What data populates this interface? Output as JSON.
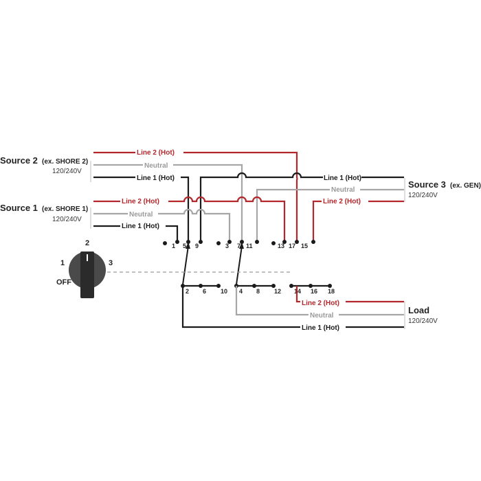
{
  "sources": {
    "source2": {
      "title": "Source 2",
      "sub": "(ex. SHORE 2)",
      "voltage": "120/240V"
    },
    "source1": {
      "title": "Source 1",
      "sub": "(ex. SHORE 1)",
      "voltage": "120/240V"
    },
    "source3": {
      "title": "Source 3",
      "sub": "(ex. GEN)",
      "voltage": "120/240V"
    },
    "load": {
      "title": "Load",
      "voltage": "120/240V"
    }
  },
  "wires": {
    "line2": "Line 2 (Hot)",
    "line1": "Line 1 (Hot)",
    "neutral": "Neutral"
  },
  "switch": {
    "positions": [
      "1",
      "2",
      "3"
    ],
    "off": "OFF"
  },
  "terminals": {
    "top": [
      "1",
      "5",
      "9",
      "3",
      "7",
      "11",
      "13",
      "17",
      "15"
    ],
    "bottom": [
      "2",
      "6",
      "10",
      "4",
      "8",
      "12",
      "14",
      "16",
      "18"
    ]
  },
  "colors": {
    "line2": "#b3262b",
    "neutral": "#a6a6a6",
    "line1": "#1a1a1a"
  }
}
